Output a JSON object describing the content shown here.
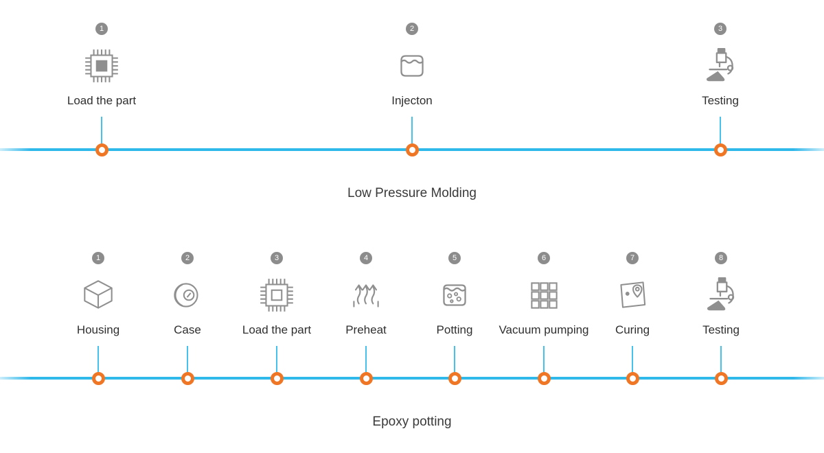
{
  "timelines": [
    {
      "title": "Low Pressure Molding",
      "steps": [
        {
          "number": "1",
          "label": "Load the part",
          "icon": "chip-icon"
        },
        {
          "number": "2",
          "label": "Injecton",
          "icon": "injection-tank-icon"
        },
        {
          "number": "3",
          "label": "Testing",
          "icon": "microscope-icon"
        }
      ]
    },
    {
      "title": "Epoxy potting",
      "steps": [
        {
          "number": "1",
          "label": "Housing",
          "icon": "cube-icon"
        },
        {
          "number": "2",
          "label": "Case",
          "icon": "reel-icon"
        },
        {
          "number": "3",
          "label": "Load the part",
          "icon": "chip-icon"
        },
        {
          "number": "4",
          "label": "Preheat",
          "icon": "heat-arrows-icon"
        },
        {
          "number": "5",
          "label": "Potting",
          "icon": "potting-tank-icon"
        },
        {
          "number": "6",
          "label": "Vacuum pumping",
          "icon": "grid-icon"
        },
        {
          "number": "7",
          "label": "Curing",
          "icon": "map-pins-icon"
        },
        {
          "number": "8",
          "label": "Testing",
          "icon": "microscope-icon"
        }
      ]
    }
  ],
  "colors": {
    "track": "#2fb8ea",
    "marker_ring": "#ee7624",
    "badge": "#8c8c8c",
    "icon": "#8f8f8f",
    "label_text": "#2f2f2f",
    "title_text": "#3a3a3a"
  }
}
